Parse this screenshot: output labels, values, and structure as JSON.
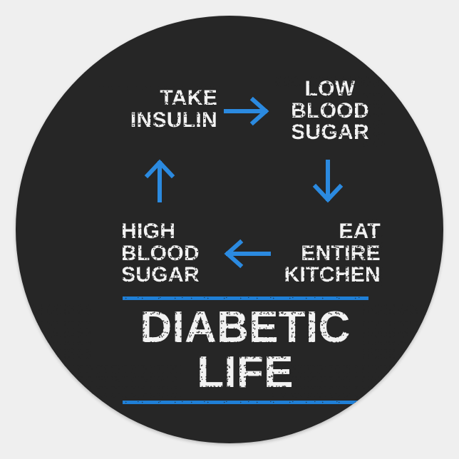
{
  "sticker": {
    "shape": "circle",
    "background_color": "#262626",
    "page_background_color": "#efefef",
    "text_color": "#f2f2f2",
    "accent_color": "#1f7fd6"
  },
  "cycle": {
    "nodes": [
      {
        "id": "take-insulin",
        "lines": [
          "TAKE",
          "INSULIN"
        ],
        "line1": "TAKE",
        "line2": "INSULIN",
        "position": "top-left"
      },
      {
        "id": "low-blood-sugar",
        "lines": [
          "LOW",
          "BLOOD",
          "SUGAR"
        ],
        "line1": "LOW",
        "line2": "BLOOD",
        "line3": "SUGAR",
        "position": "top-right"
      },
      {
        "id": "eat-entire-kitchen",
        "lines": [
          "EAT",
          "ENTIRE",
          "KITCHEN"
        ],
        "line1": "EAT",
        "line2": "ENTIRE",
        "line3": "KITCHEN",
        "position": "bottom-right"
      },
      {
        "id": "high-blood-sugar",
        "lines": [
          "HIGH",
          "BLOOD",
          "SUGAR"
        ],
        "line1": "HIGH",
        "line2": "BLOOD",
        "line3": "SUGAR",
        "position": "bottom-left"
      }
    ],
    "arrows": [
      {
        "id": "arrow-right",
        "direction": "right",
        "from": "take-insulin",
        "to": "low-blood-sugar",
        "color": "#2b8ae0"
      },
      {
        "id": "arrow-down",
        "direction": "down",
        "from": "low-blood-sugar",
        "to": "eat-entire-kitchen",
        "color": "#2b8ae0"
      },
      {
        "id": "arrow-left",
        "direction": "left",
        "from": "eat-entire-kitchen",
        "to": "high-blood-sugar",
        "color": "#2b8ae0"
      },
      {
        "id": "arrow-up",
        "direction": "up",
        "from": "high-blood-sugar",
        "to": "take-insulin",
        "color": "#2b8ae0"
      }
    ]
  },
  "title": {
    "line1": "DIABETIC",
    "line2": "LIFE",
    "rule_color": "#1f7fd6"
  }
}
